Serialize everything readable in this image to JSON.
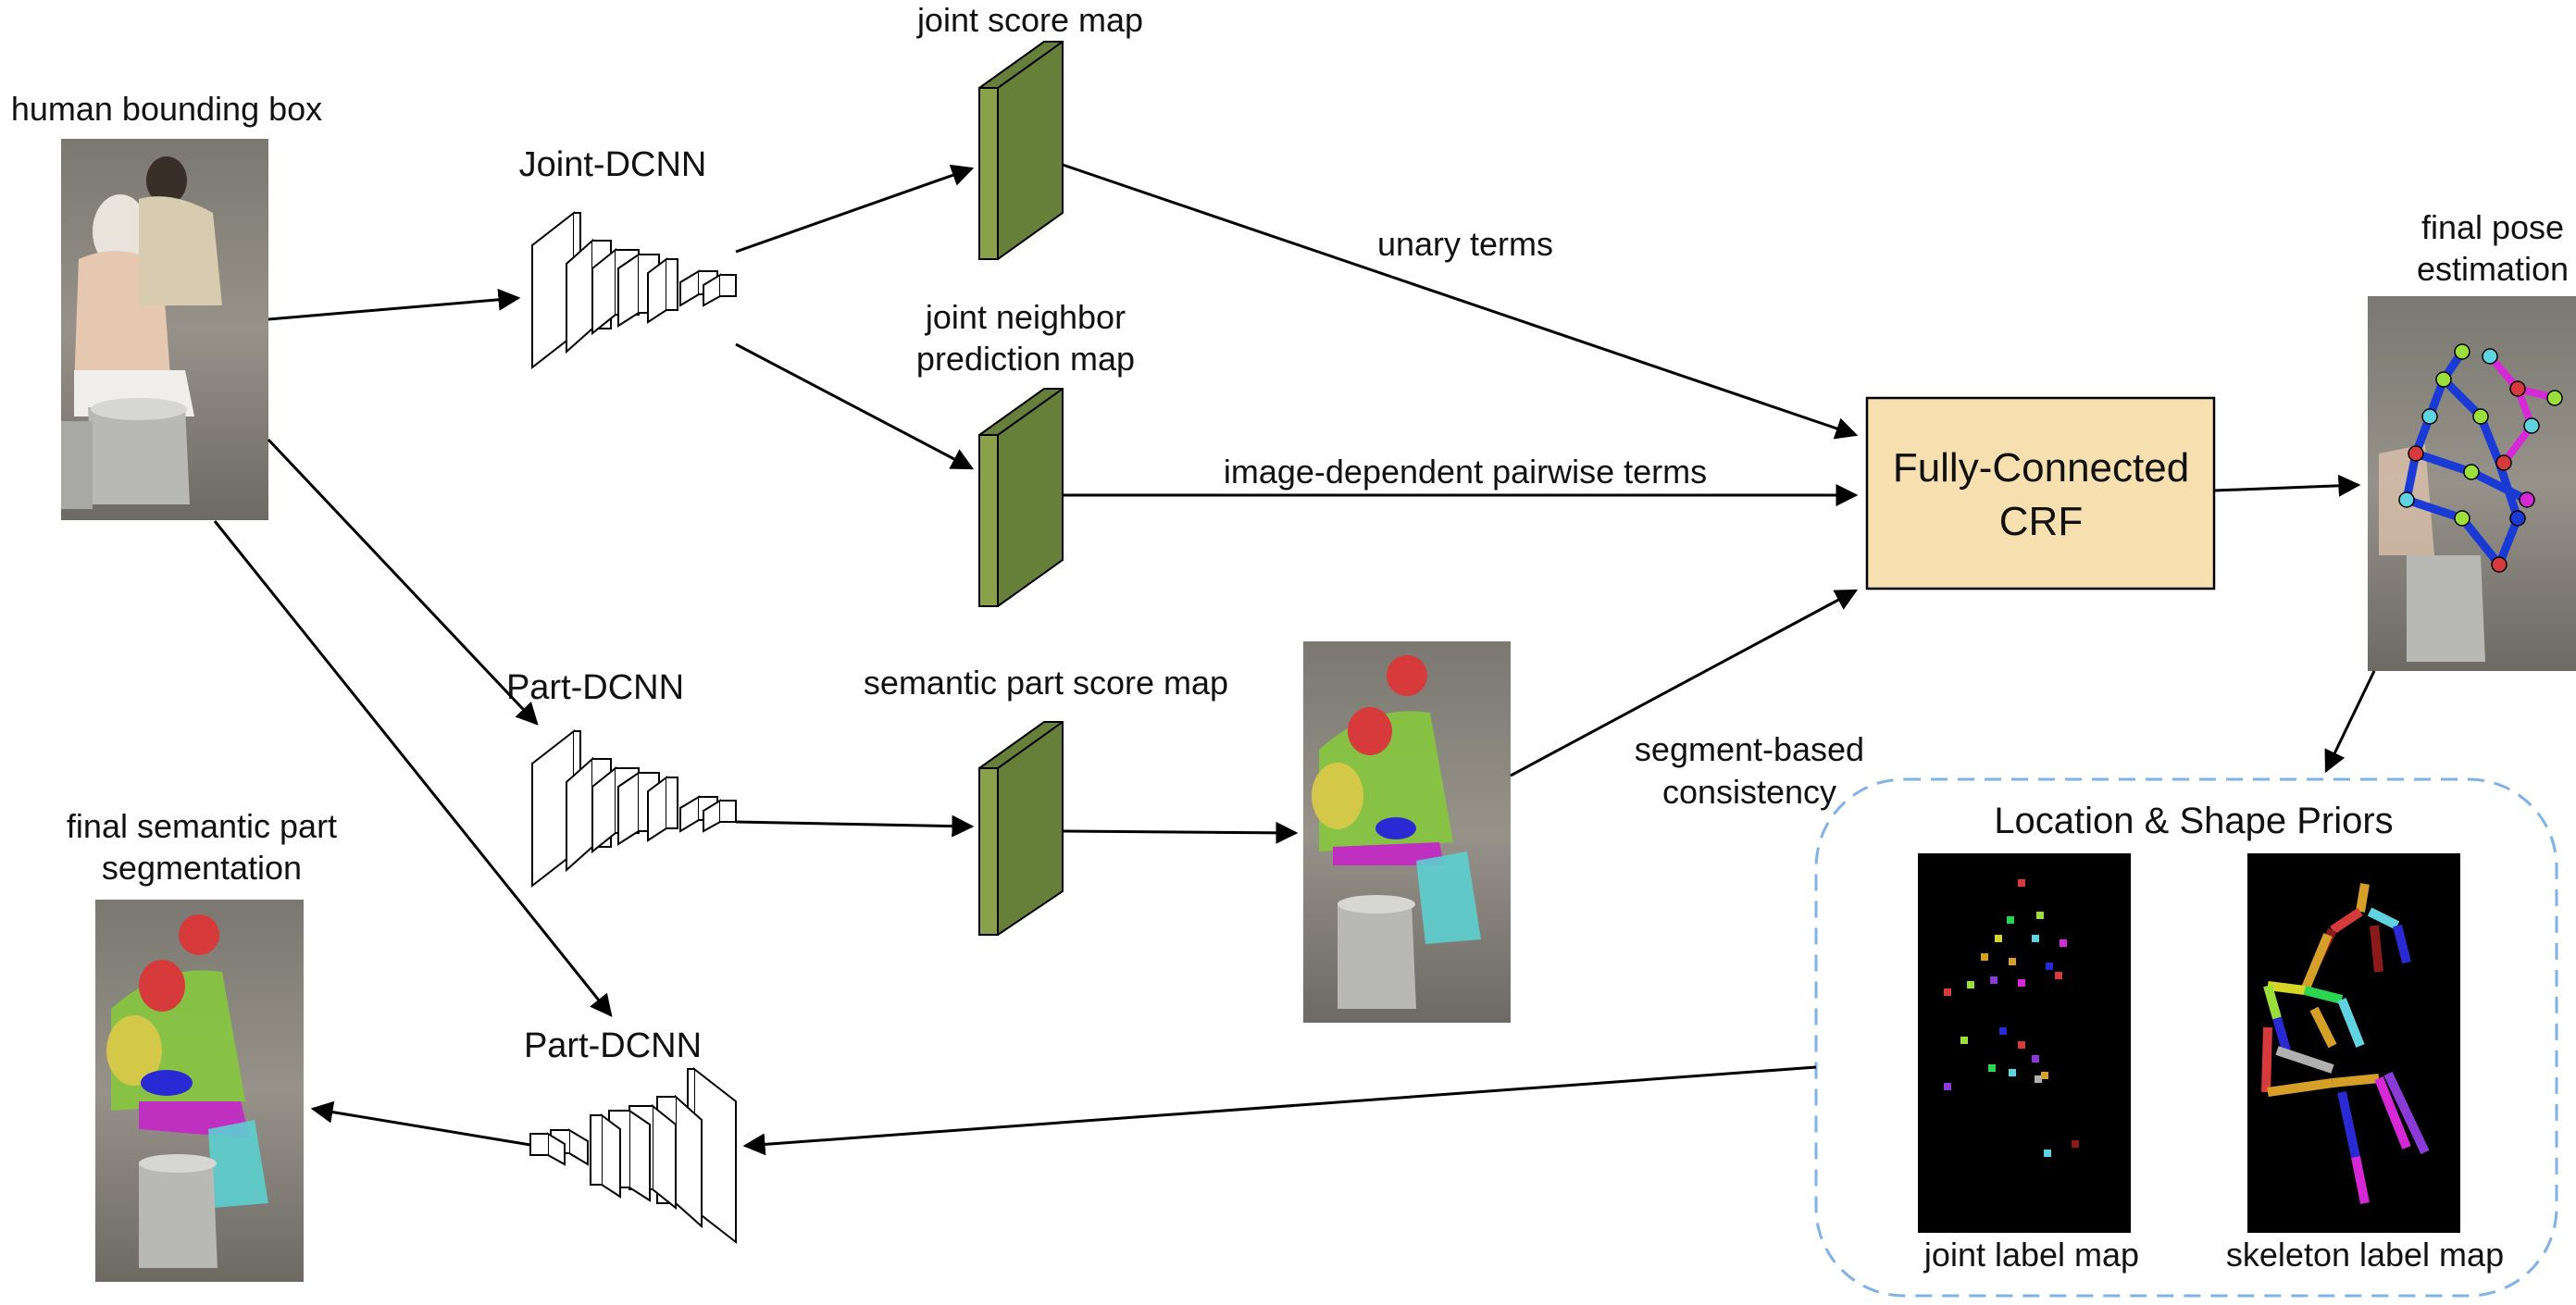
{
  "labels": {
    "human_bbox": "human bounding box",
    "joint_dcnn": "Joint-DCNN",
    "part_dcnn_top": "Part-DCNN",
    "part_dcnn_bottom": "Part-DCNN",
    "joint_score_map": "joint score map",
    "joint_neighbor_line1": "joint neighbor",
    "joint_neighbor_line2": "prediction map",
    "semantic_part_score_map": "semantic part score map",
    "unary_terms": "unary terms",
    "pairwise_terms": "image-dependent pairwise terms",
    "segment_consistency_line1": "segment-based",
    "segment_consistency_line2": "consistency",
    "crf_line1": "Fully-Connected",
    "crf_line2": "CRF",
    "final_pose_line1": "final pose",
    "final_pose_line2": "estimation",
    "final_seg_line1": "final semantic part",
    "final_seg_line2": "segmentation",
    "priors_title": "Location & Shape Priors",
    "joint_label_map": "joint label map",
    "skeleton_label_map": "skeleton label map"
  },
  "colors": {
    "score_map_front": "#8aa14a",
    "score_map_side": "#66803a",
    "crf_fill": "#f7e0b0",
    "priors_border": "#7fb2e6",
    "photo_bg": "#8b8b86"
  }
}
